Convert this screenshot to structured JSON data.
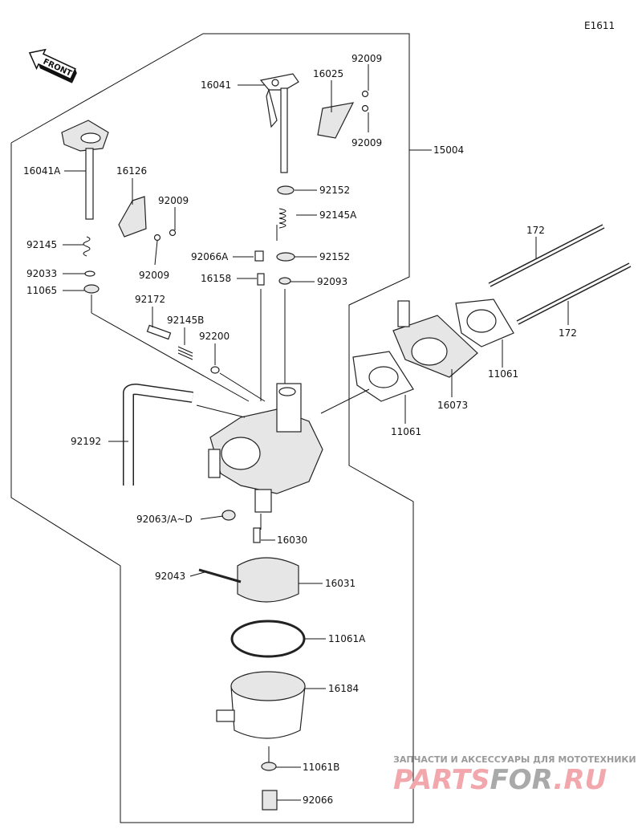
{
  "diagram_code": "E1611",
  "front_marker": "FRONT",
  "labels": {
    "l16041": "16041",
    "l16025": "16025",
    "l92009a": "92009",
    "l92009b": "92009",
    "l15004": "15004",
    "l16041A": "16041A",
    "l16126": "16126",
    "l92009c": "92009",
    "l92009d": "92009",
    "l92145": "92145",
    "l92033": "92033",
    "l11065": "11065",
    "l92152a": "92152",
    "l92145A": "92145A",
    "l92066A": "92066A",
    "l92152b": "92152",
    "l16158": "16158",
    "l92093": "92093",
    "l92172": "92172",
    "l92145B": "92145B",
    "l92200": "92200",
    "l172a": "172",
    "l172b": "172",
    "l11061a": "11061",
    "l16073": "16073",
    "l11061b": "11061",
    "l92192": "92192",
    "l92063": "92063/A~D",
    "l16030": "16030",
    "l92043": "92043",
    "l16031": "16031",
    "l11061A": "11061A",
    "l16184": "16184",
    "l11061B": "11061B",
    "l92066": "92066"
  },
  "watermark": {
    "tagline": "ЗАПЧАСТИ И АКСЕССУАРЫ ДЛЯ МОТОТЕХНИКИ",
    "brand_part1": "PARTS",
    "brand_part2": "FOR",
    "brand_part3": ".RU"
  }
}
